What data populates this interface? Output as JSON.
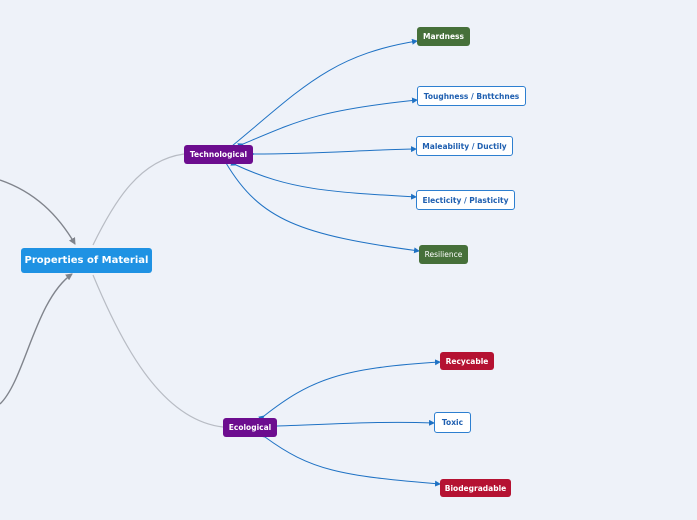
{
  "central": "Properties of Material",
  "technological": {
    "label": "Technological",
    "children": [
      "Mardness",
      "Toughness / Bnttchnes",
      "Maleability / Ductily",
      "Electicity / Plasticity",
      "Resilience"
    ]
  },
  "ecological": {
    "label": "Ecological",
    "children": [
      "Recycable",
      "Toxic",
      "Biodegradable"
    ]
  },
  "colors": {
    "background": "#eef2f9",
    "central": "#1f92e3",
    "category": "#6c0d8f",
    "green": "#46703a",
    "red": "#b51232",
    "outline_text": "#1f5fb0",
    "connector": "#1f72c4",
    "trunk": "#b8bcc4"
  }
}
